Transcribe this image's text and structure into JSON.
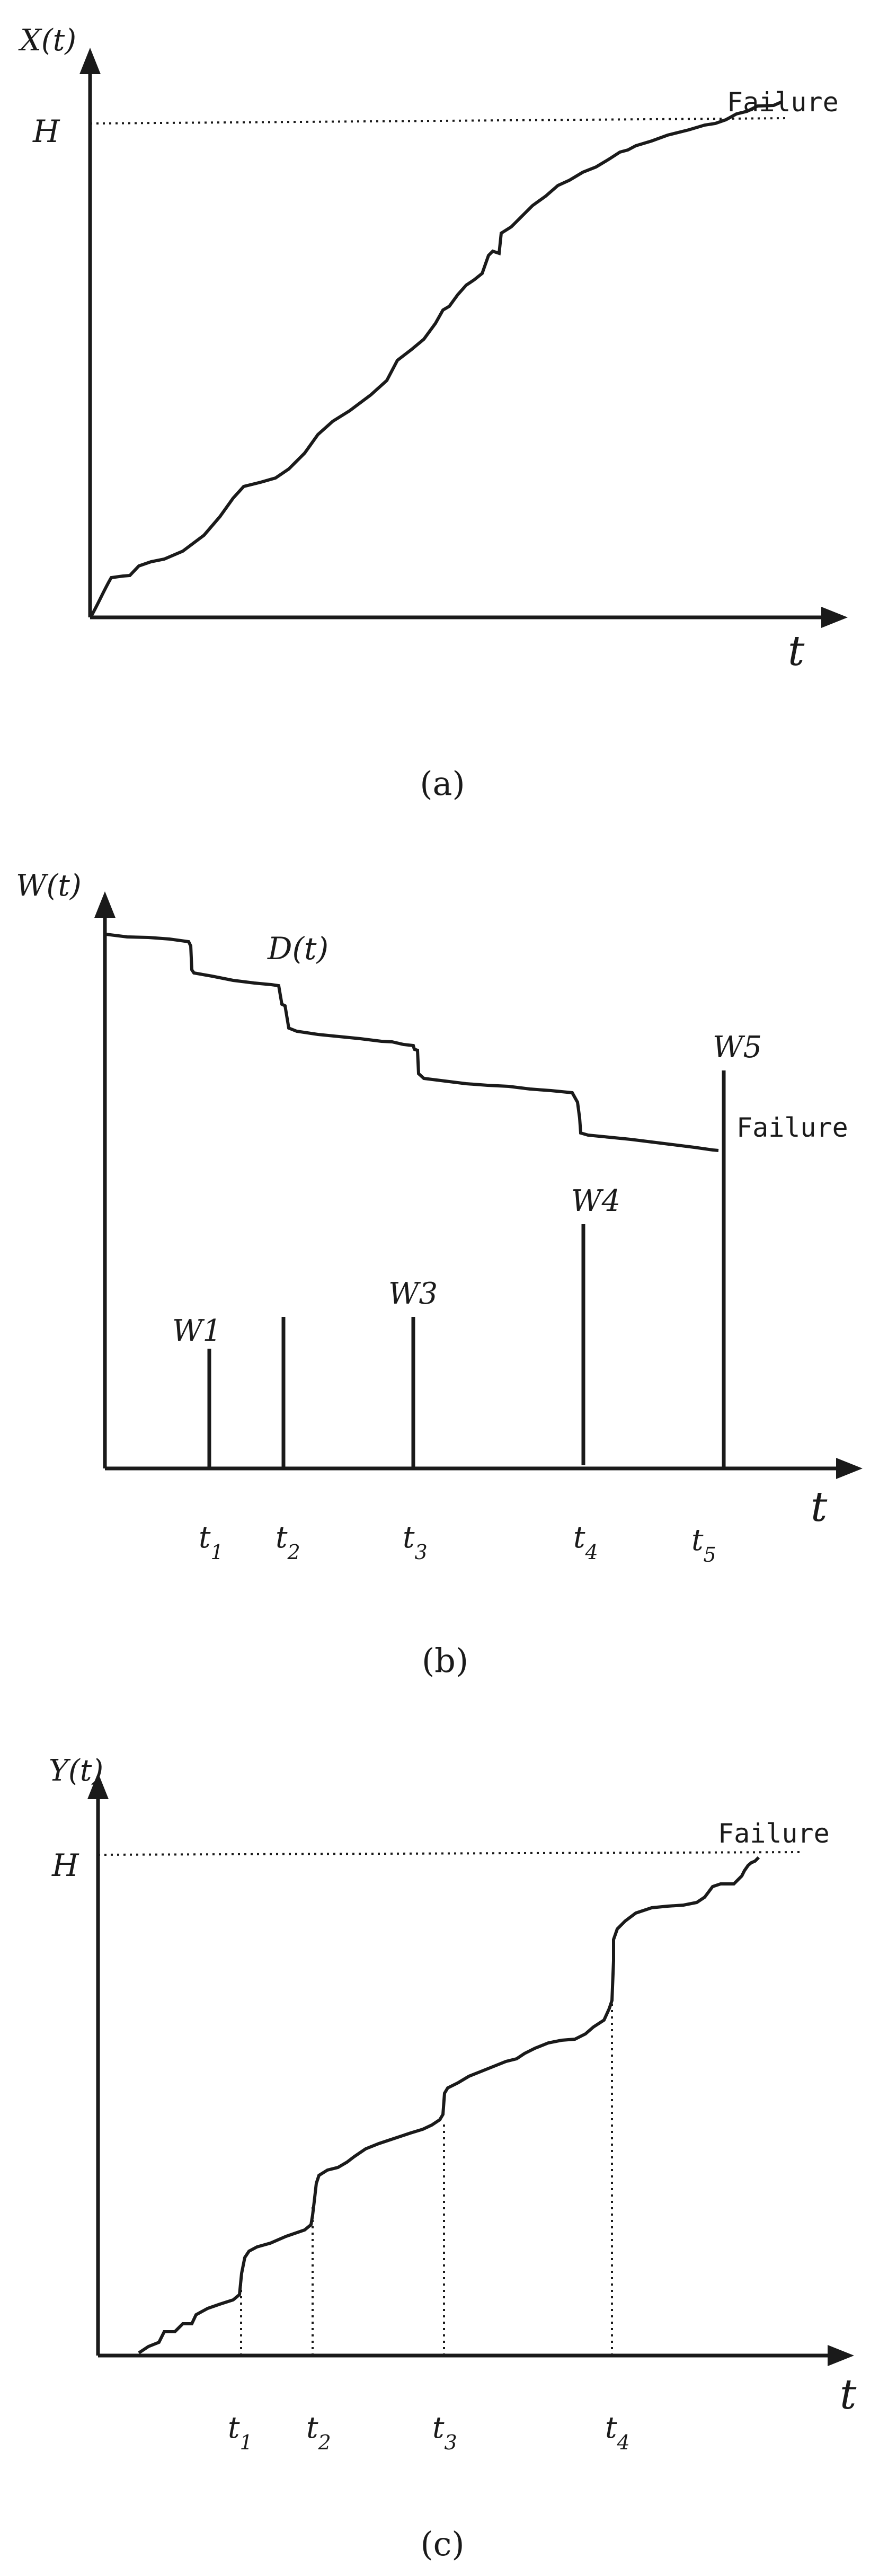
{
  "panel_a": {
    "y_label": "X(t)",
    "h_label": "H",
    "failure_label": "Failure",
    "t_label": "t",
    "caption": "(a)"
  },
  "panel_b": {
    "y_label": "W(t)",
    "d_label": "D(t)",
    "failure_label": "Failure",
    "t_label": "t",
    "w_labels": [
      "W1",
      "W3",
      "W4",
      "W5"
    ],
    "tick_labels": [
      {
        "base": "t",
        "sub": "1"
      },
      {
        "base": "t",
        "sub": "2"
      },
      {
        "base": "t",
        "sub": "3"
      },
      {
        "base": "t",
        "sub": "4"
      },
      {
        "base": "t",
        "sub": "5"
      }
    ],
    "caption": "(b)"
  },
  "panel_c": {
    "y_label": "Y(t)",
    "h_label": "H",
    "failure_label": "Failure",
    "t_label": "t",
    "tick_labels": [
      {
        "base": "t",
        "sub": "1"
      },
      {
        "base": "t",
        "sub": "2"
      },
      {
        "base": "t",
        "sub": "3"
      },
      {
        "base": "t",
        "sub": "4"
      }
    ],
    "caption": "(c)"
  },
  "colors": {
    "ink": "#1a1a1a",
    "background": "#ffffff"
  }
}
